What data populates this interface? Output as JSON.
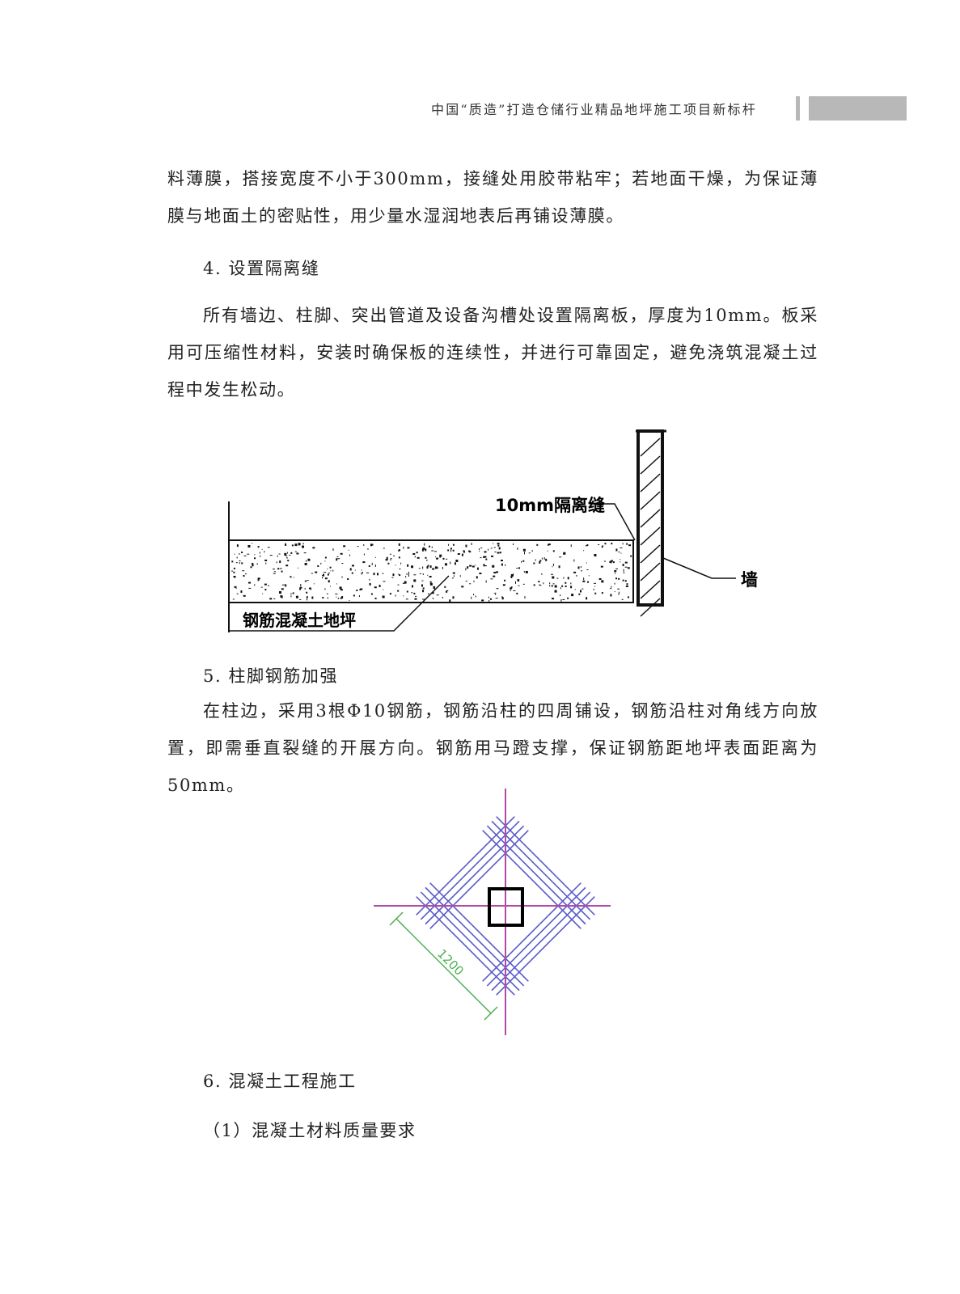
{
  "header": {
    "title": "中国“质造”打造仓储行业精品地坪施工项目新标杆"
  },
  "paragraphs": {
    "p1": "料薄膜，搭接宽度不小于300mm，接缝处用胶带粘牢；若地面干燥，为保证薄膜与地面土的密贴性，用少量水湿润地表后再铺设薄膜。",
    "h4": "4. 设置隔离缝",
    "p2": "所有墙边、柱脚、突出管道及设备沟槽处设置隔离板，厚度为10mm。板采用可压缩性材料，安装时确保板的连续性，并进行可靠固定，避免浇筑混凝土过程中发生松动。",
    "h5": "5. 柱脚钢筋加强",
    "p3": "在柱边，采用3根Φ10钢筋，钢筋沿柱的四周铺设，钢筋沿柱对角线方向放置，即需垂直裂缝的开展方向。钢筋用马蹬支撑，保证钢筋距地坪表面距离为50mm。",
    "h6": "6. 混凝土工程施工",
    "h6_1": "（1）混凝土材料质量要求"
  },
  "figure1": {
    "gap_label": "10mm隔离缝",
    "wall_label": "墙",
    "slab_label": "钢筋混凝土地坪"
  },
  "figure2": {
    "dimension_label": "1200",
    "colors": {
      "axis": "#b04aa8",
      "rebar": "#5a5ac8",
      "dimension": "#4caf50",
      "column": "#000000"
    }
  }
}
